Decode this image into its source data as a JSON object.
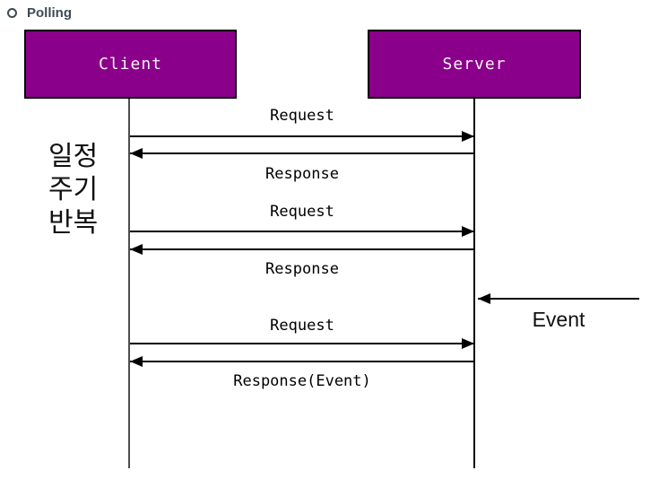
{
  "header": {
    "bullet_icon": "circle-outline-bullet",
    "title": "Polling"
  },
  "actors": {
    "client": {
      "label": "Client"
    },
    "server": {
      "label": "Server"
    }
  },
  "note": {
    "lines": [
      "일정",
      "주기",
      "반복"
    ]
  },
  "messages": [
    {
      "label": "Request",
      "direction": "client-to-server"
    },
    {
      "label": "Response",
      "direction": "server-to-client"
    },
    {
      "label": "Request",
      "direction": "client-to-server"
    },
    {
      "label": "Response",
      "direction": "server-to-client"
    },
    {
      "label": "Event",
      "direction": "external-to-server"
    },
    {
      "label": "Request",
      "direction": "client-to-server"
    },
    {
      "label": "Response(Event)",
      "direction": "server-to-client"
    }
  ],
  "colors": {
    "actor_fill": "#8b008b",
    "actor_border": "#000000",
    "actor_text": "#faf2fa",
    "arrow_line": "#000000",
    "header_text": "#3f4a52",
    "background": "#ffffff"
  }
}
